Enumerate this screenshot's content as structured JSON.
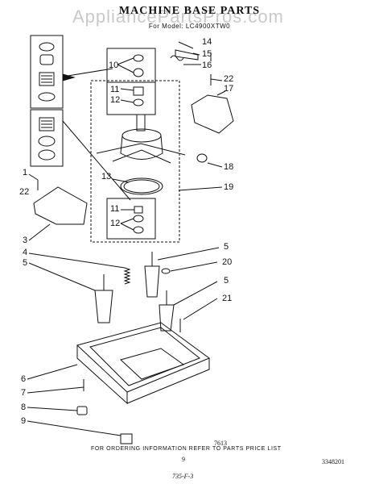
{
  "header": {
    "title": "MACHINE BASE PARTS",
    "model_label": "For Model: LC4900XTW0",
    "watermark": "AppliancePartsPros.com"
  },
  "callouts": [
    "14",
    "15",
    "16",
    "22",
    "17",
    "10",
    "11",
    "12",
    "18",
    "13",
    "19",
    "1",
    "22",
    "3",
    "11",
    "12",
    "5",
    "4",
    "20",
    "5",
    "5",
    "21",
    "6",
    "7",
    "8",
    "9"
  ],
  "footer": {
    "notice": "FOR ORDERING INFORMATION REFER TO PARTS PRICE LIST",
    "ref_code": "7613",
    "page_number": "9",
    "doc_number": "3348201",
    "handwritten": "735-F-3"
  }
}
